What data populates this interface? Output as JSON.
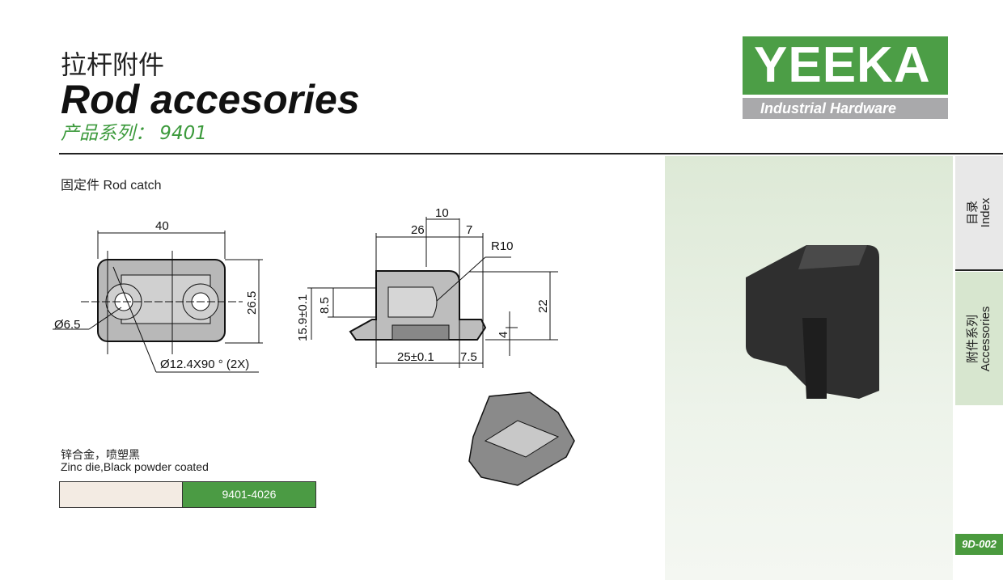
{
  "header": {
    "title_cn": "拉杆附件",
    "title_en": "Rod accesories",
    "series": "产品系列： 9401"
  },
  "logo": {
    "brand": "YEEKA",
    "tagline": "Industrial Hardware"
  },
  "section": {
    "title": "固定件  Rod catch"
  },
  "drawing": {
    "front": {
      "width": "40",
      "height": "26.5",
      "hole": "Ø6.5",
      "countersink": "Ø12.4X90 ° (2X)"
    },
    "side": {
      "d10": "10",
      "d26": "26",
      "d7": "7",
      "r10": "R10",
      "d22": "22",
      "d85": "8.5",
      "d159": "15.9±0.1",
      "d4": "4",
      "d25": "25±0.1",
      "d75": "7.5"
    }
  },
  "material": {
    "cn": "锌合金，喷塑黑",
    "en": "Zinc die,Black powder coated"
  },
  "product": {
    "code": "9401-4026"
  },
  "side_tabs": [
    {
      "cn": "目录",
      "en": "Index"
    },
    {
      "cn": "附件系列",
      "en": "Accessories"
    }
  ],
  "page_number": "9D-002",
  "colors": {
    "brand_green": "#4c9e46",
    "gray": "#a9a9ab"
  }
}
